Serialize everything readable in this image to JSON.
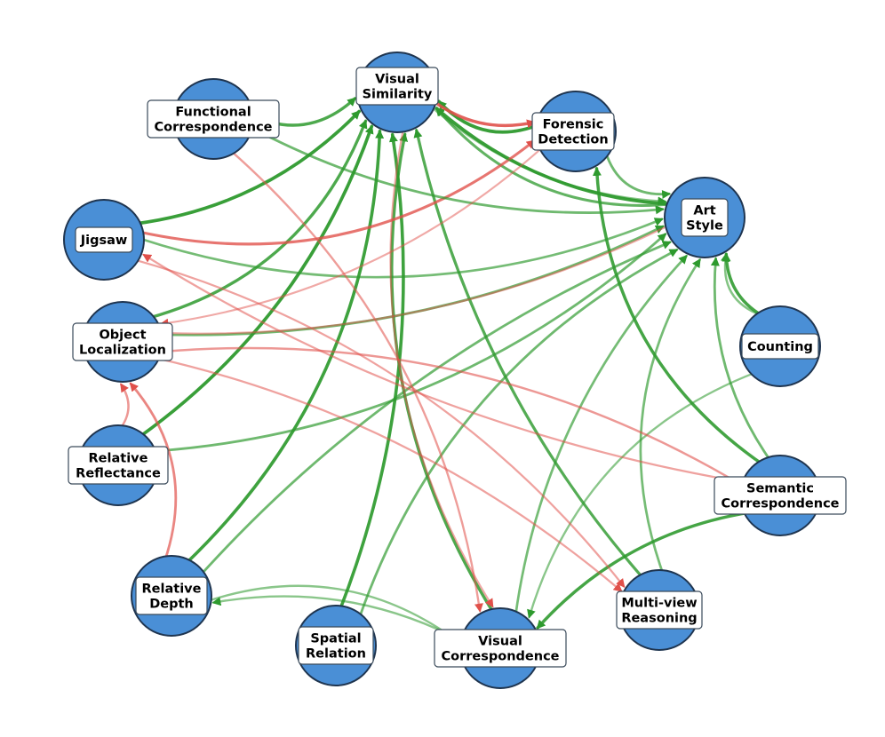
{
  "colors": {
    "node_fill": "#4a8fd6",
    "node_stroke": "#1f3550",
    "positive_edge": "#2e9a2e",
    "negative_edge": "#e0504a"
  },
  "nodes": [
    {
      "id": "visual_similarity",
      "lines": [
        "Visual",
        "Similarity"
      ]
    },
    {
      "id": "forensic_detection",
      "lines": [
        "Forensic",
        "Detection"
      ]
    },
    {
      "id": "art_style",
      "lines": [
        "Art",
        "Style"
      ]
    },
    {
      "id": "counting",
      "lines": [
        "Counting"
      ]
    },
    {
      "id": "semantic_correspondence",
      "lines": [
        "Semantic",
        "Correspondence"
      ]
    },
    {
      "id": "multi_view_reasoning",
      "lines": [
        "Multi-view",
        "Reasoning"
      ]
    },
    {
      "id": "visual_correspondence",
      "lines": [
        "Visual",
        "Correspondence"
      ]
    },
    {
      "id": "spatial_relation",
      "lines": [
        "Spatial",
        "Relation"
      ]
    },
    {
      "id": "relative_depth",
      "lines": [
        "Relative",
        "Depth"
      ]
    },
    {
      "id": "relative_reflectance",
      "lines": [
        "Relative",
        "Reflectance"
      ]
    },
    {
      "id": "object_localization",
      "lines": [
        "Object",
        "Localization"
      ]
    },
    {
      "id": "jigsaw",
      "lines": [
        "Jigsaw"
      ]
    },
    {
      "id": "functional_correspondence",
      "lines": [
        "Functional",
        "Correspondence"
      ]
    }
  ],
  "edges": [
    {
      "from": "functional_correspondence",
      "to": "visual_similarity",
      "sign": "positive",
      "strength": 0.85
    },
    {
      "from": "jigsaw",
      "to": "visual_similarity",
      "sign": "positive",
      "strength": 1.0
    },
    {
      "from": "object_localization",
      "to": "visual_similarity",
      "sign": "positive",
      "strength": 0.85
    },
    {
      "from": "relative_reflectance",
      "to": "visual_similarity",
      "sign": "positive",
      "strength": 1.0
    },
    {
      "from": "relative_depth",
      "to": "visual_similarity",
      "sign": "positive",
      "strength": 0.95
    },
    {
      "from": "spatial_relation",
      "to": "visual_similarity",
      "sign": "positive",
      "strength": 0.95
    },
    {
      "from": "visual_correspondence",
      "to": "visual_similarity",
      "sign": "positive",
      "strength": 0.85
    },
    {
      "from": "multi_view_reasoning",
      "to": "visual_similarity",
      "sign": "positive",
      "strength": 0.8
    },
    {
      "from": "forensic_detection",
      "to": "visual_similarity",
      "sign": "positive",
      "strength": 1.0
    },
    {
      "from": "art_style",
      "to": "visual_similarity",
      "sign": "positive",
      "strength": 1.0
    },
    {
      "from": "art_style",
      "to": "visual_similarity",
      "sign": "positive",
      "strength": 0.7
    },
    {
      "from": "visual_similarity",
      "to": "forensic_detection",
      "sign": "negative",
      "strength": 0.9
    },
    {
      "from": "jigsaw",
      "to": "forensic_detection",
      "sign": "negative",
      "strength": 0.75
    },
    {
      "from": "visual_similarity",
      "to": "art_style",
      "sign": "positive",
      "strength": 0.4
    },
    {
      "from": "forensic_detection",
      "to": "art_style",
      "sign": "positive",
      "strength": 0.6
    },
    {
      "from": "functional_correspondence",
      "to": "art_style",
      "sign": "positive",
      "strength": 0.6
    },
    {
      "from": "jigsaw",
      "to": "art_style",
      "sign": "positive",
      "strength": 0.55
    },
    {
      "from": "object_localization",
      "to": "art_style",
      "sign": "positive",
      "strength": 0.6
    },
    {
      "from": "relative_reflectance",
      "to": "art_style",
      "sign": "positive",
      "strength": 0.6
    },
    {
      "from": "relative_depth",
      "to": "art_style",
      "sign": "positive",
      "strength": 0.6
    },
    {
      "from": "spatial_relation",
      "to": "art_style",
      "sign": "positive",
      "strength": 0.6
    },
    {
      "from": "visual_correspondence",
      "to": "art_style",
      "sign": "positive",
      "strength": 0.55
    },
    {
      "from": "multi_view_reasoning",
      "to": "art_style",
      "sign": "positive",
      "strength": 0.55
    },
    {
      "from": "counting",
      "to": "art_style",
      "sign": "positive",
      "strength": 0.9
    },
    {
      "from": "counting",
      "to": "art_style",
      "sign": "positive",
      "strength": 0.45
    },
    {
      "from": "semantic_correspondence",
      "to": "art_style",
      "sign": "positive",
      "strength": 0.6
    },
    {
      "from": "semantic_correspondence",
      "to": "forensic_detection",
      "sign": "positive",
      "strength": 0.9
    },
    {
      "from": "semantic_correspondence",
      "to": "visual_correspondence",
      "sign": "positive",
      "strength": 0.9
    },
    {
      "from": "counting",
      "to": "visual_correspondence",
      "sign": "positive",
      "strength": 0.4
    },
    {
      "from": "visual_correspondence",
      "to": "relative_depth",
      "sign": "positive",
      "strength": 0.4
    },
    {
      "from": "relative_depth",
      "to": "visual_correspondence",
      "sign": "positive",
      "strength": 0.4
    },
    {
      "from": "art_style",
      "to": "object_localization",
      "sign": "negative",
      "strength": 0.3
    },
    {
      "from": "semantic_correspondence",
      "to": "object_localization",
      "sign": "negative",
      "strength": 0.45
    },
    {
      "from": "relative_reflectance",
      "to": "object_localization",
      "sign": "negative",
      "strength": 0.45
    },
    {
      "from": "relative_depth",
      "to": "object_localization",
      "sign": "negative",
      "strength": 0.6
    },
    {
      "from": "forensic_detection",
      "to": "object_localization",
      "sign": "negative",
      "strength": 0.3
    },
    {
      "from": "jigsaw",
      "to": "multi_view_reasoning",
      "sign": "negative",
      "strength": 0.35
    },
    {
      "from": "object_localization",
      "to": "multi_view_reasoning",
      "sign": "negative",
      "strength": 0.35
    },
    {
      "from": "functional_correspondence",
      "to": "visual_correspondence",
      "sign": "negative",
      "strength": 0.4
    },
    {
      "from": "semantic_correspondence",
      "to": "jigsaw",
      "sign": "negative",
      "strength": 0.35
    },
    {
      "from": "visual_similarity",
      "to": "visual_correspondence",
      "sign": "negative",
      "strength": 0.3
    }
  ]
}
